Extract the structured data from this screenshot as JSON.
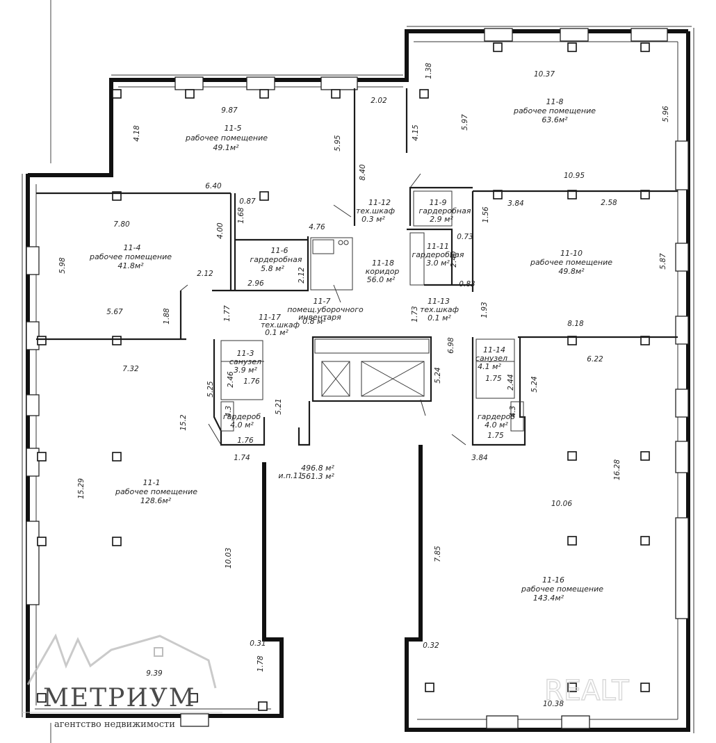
{
  "rooms": {
    "r11_1": {
      "id": "11-1",
      "name": "рабочее помещение",
      "area": "128.6м²"
    },
    "r11_3": {
      "id": "11-3",
      "name": "санузел",
      "area": "3.9 м²"
    },
    "r11_4": {
      "id": "11-4",
      "name": "рабочее помещение",
      "area": "41.8м²"
    },
    "r11_5": {
      "id": "11-5",
      "name": "рабочее помещение",
      "area": "49.1м²"
    },
    "r11_6": {
      "id": "11-6",
      "name": "гардеробная",
      "area": "5.8 м²"
    },
    "r11_7": {
      "id": "11-7",
      "name": "помещ.уборочного",
      "name2": "инвентаря",
      "area": "0.8 м²"
    },
    "r11_8": {
      "id": "11-8",
      "name": "рабочее помещение",
      "area": "63.6м²"
    },
    "r11_9": {
      "id": "11-9",
      "name": "гардеробная",
      "area": "2.9 м²"
    },
    "r11_10": {
      "id": "11-10",
      "name": "рабочее помещение",
      "area": "49.8м²"
    },
    "r11_11": {
      "id": "11-11",
      "name": "гардеробная",
      "area": "3.0 м²"
    },
    "r11_12": {
      "id": "11-12",
      "name": "тех.шкаф",
      "area": "0.3 м²"
    },
    "r11_13": {
      "id": "11-13",
      "name": "тех.шкаф",
      "area": "0.1 м²"
    },
    "r11_14": {
      "id": "11-14",
      "name": "санузел",
      "area": "4.1 м²"
    },
    "r11_16": {
      "id": "11-16",
      "name": "рабочее помещение",
      "area": "143.4м²"
    },
    "r11_17": {
      "id": "11-17",
      "name": "тех.шкаф",
      "area": "0.1 м²"
    },
    "r11_18": {
      "id": "11-18",
      "name": "коридор",
      "area": "56.0 м²"
    }
  },
  "wc_left": {
    "label": "гардероб",
    "area": "4.0 м²"
  },
  "wc_right": {
    "label": "гардероб",
    "area": "4.0 м²"
  },
  "summary": {
    "label": "и.п.11",
    "area1": "496.8 м²",
    "area2": "561.3 м²"
  },
  "dims": {
    "d9_87": "9.87",
    "d4_18": "4.18",
    "d5_95": "5.95",
    "d2_02": "2.02",
    "d8_40": "8.40",
    "d6_40": "6.40",
    "d0_87": "0.87",
    "d1_68": "1.68",
    "d4_00": "4.00",
    "d4_76": "4.76",
    "d7_80": "7.80",
    "d5_98": "5.98",
    "d2_12a": "2.12",
    "d2_96": "2.96",
    "d2_12b": "2.12",
    "d5_67": "5.67",
    "d1_88": "1.88",
    "d1_77": "1.77",
    "d7_32": "7.32",
    "d5_25": "5.25",
    "d2_46": "2.46",
    "d1_76a": "1.76",
    "d5_21": "5.21",
    "d4_3a": "4.3",
    "d1_76b": "1.76",
    "d15_2": "15.2",
    "d1_74": "1.74",
    "d15_29": "15.29",
    "d10_03": "10.03",
    "d0_31": "0.31",
    "d1_78": "1.78",
    "d9_39": "9.39",
    "d1_38": "1.38",
    "d10_37": "10.37",
    "d4_15": "4.15",
    "d5_97": "5.97",
    "d5_96": "5.96",
    "d10_95": "10.95",
    "d3_84a": "3.84",
    "d2_58": "2.58",
    "d1_56": "1.56",
    "d0_73": "0.73",
    "d2_40": "2.40",
    "d0_83": "0.83",
    "d5_87": "5.87",
    "d1_73": "1.73",
    "d1_93": "1.93",
    "d8_18": "8.18",
    "d6_98": "6.98",
    "d6_22": "6.22",
    "d5_24a": "5.24",
    "d1_75a": "1.75",
    "d2_44": "2.44",
    "d5_24b": "5.24",
    "d4_3b": "4.3",
    "d1_75b": "1.75",
    "d3_84b": "3.84",
    "d16_28": "16.28",
    "d10_06": "10.06",
    "d7_85": "7.85",
    "d0_32": "0.32",
    "d10_38": "10.38"
  },
  "logo": {
    "name": "МЕТРИУМ",
    "tagline": "агентство недвижимости"
  },
  "watermark": "REALT"
}
